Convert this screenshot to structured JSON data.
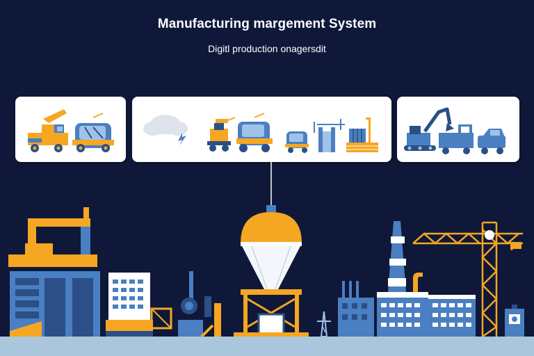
{
  "header": {
    "title": "Manufacturing margement System",
    "subtitle": "Digitl production onagersdit"
  },
  "colors": {
    "background": "#0f1838",
    "panel": "#ffffff",
    "orange": "#f5a623",
    "blue": "#4a7fc1",
    "dark_blue": "#2b4f86",
    "light_blue": "#9fc3e8",
    "ground": "#a9c6dc"
  },
  "panels": {
    "left": {
      "icons": [
        "dump-truck-icon",
        "forklift-loader-icon"
      ]
    },
    "center": {
      "icons": [
        "cloud-icon",
        "forklift-icon",
        "bulldozer-icon",
        "small-truck-icon",
        "factory-tower-icon",
        "factory-chimney-icon"
      ]
    },
    "right": {
      "icons": [
        "excavator-icon",
        "cargo-truck-icon",
        "van-icon"
      ]
    }
  },
  "factory_floor": {
    "items": [
      "robotic-press-machine",
      "office-building",
      "lab-equipment",
      "funnel-hopper-machine",
      "power-tower",
      "chimney-tower",
      "factory-building",
      "tower-crane",
      "monitor-station"
    ]
  }
}
